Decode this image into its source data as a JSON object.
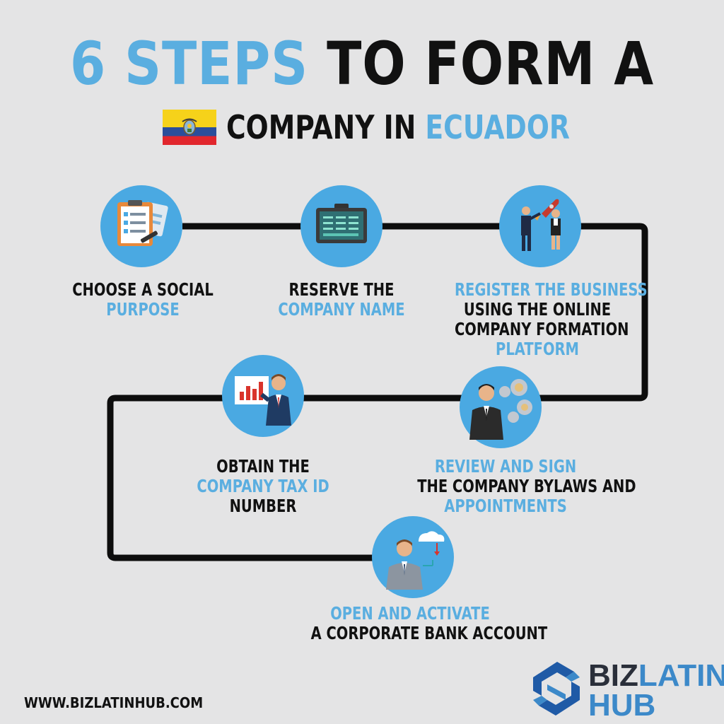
{
  "title": {
    "number": "6 STEPS",
    "rest": "TO FORM A",
    "line2_prefix": "COMPANY IN",
    "line2_country": "ECUADOR"
  },
  "flag_colors": {
    "yellow": "#f6d21a",
    "blue": "#2a4e9b",
    "red": "#e1262d"
  },
  "colors": {
    "accent_blue": "#5aaee0",
    "circle_blue": "#4aa9e2",
    "path": "#0d0d0d",
    "background": "#e4e4e5"
  },
  "steps": [
    {
      "icon": "clipboard-checklist-icon",
      "lines": [
        {
          "text": "CHOOSE A SOCIAL",
          "color": "black"
        },
        {
          "text": "PURPOSE",
          "color": "blue"
        }
      ]
    },
    {
      "icon": "briefcase-monitor-icon",
      "lines": [
        {
          "text": "RESERVE THE",
          "color": "black"
        },
        {
          "text": "COMPANY NAME",
          "color": "blue"
        }
      ]
    },
    {
      "icon": "business-people-rocket-icon",
      "lines": [
        {
          "text": "REGISTER THE BUSINESS",
          "color": "blue"
        },
        {
          "text": "USING THE ONLINE",
          "color": "black"
        },
        {
          "text": "COMPANY FORMATION",
          "color": "black"
        },
        {
          "text": "PLATFORM",
          "color": "blue"
        }
      ]
    },
    {
      "icon": "presenter-chart-icon",
      "lines": [
        {
          "text": "OBTAIN THE",
          "color": "black"
        },
        {
          "text": "COMPANY TAX ID",
          "color": "blue"
        },
        {
          "text": "NUMBER",
          "color": "black"
        }
      ]
    },
    {
      "icon": "businessman-gears-icon",
      "lines": [
        {
          "text": "REVIEW AND SIGN",
          "color": "blue"
        },
        {
          "text": "THE COMPANY BYLAWS AND",
          "color": "black"
        },
        {
          "text": "APPOINTMENTS",
          "color": "blue"
        }
      ]
    },
    {
      "icon": "businessman-cloud-transfer-icon",
      "lines": [
        {
          "text": "OPEN AND ACTIVATE",
          "color": "blue"
        },
        {
          "text": "A CORPORATE BANK ACCOUNT",
          "color": "black"
        }
      ]
    }
  ],
  "footer": {
    "url": "WWW.BIZLATINHUB.COM",
    "logo_biz": "BIZ",
    "logo_latin": "LATIN",
    "logo_hub": "HUB"
  }
}
